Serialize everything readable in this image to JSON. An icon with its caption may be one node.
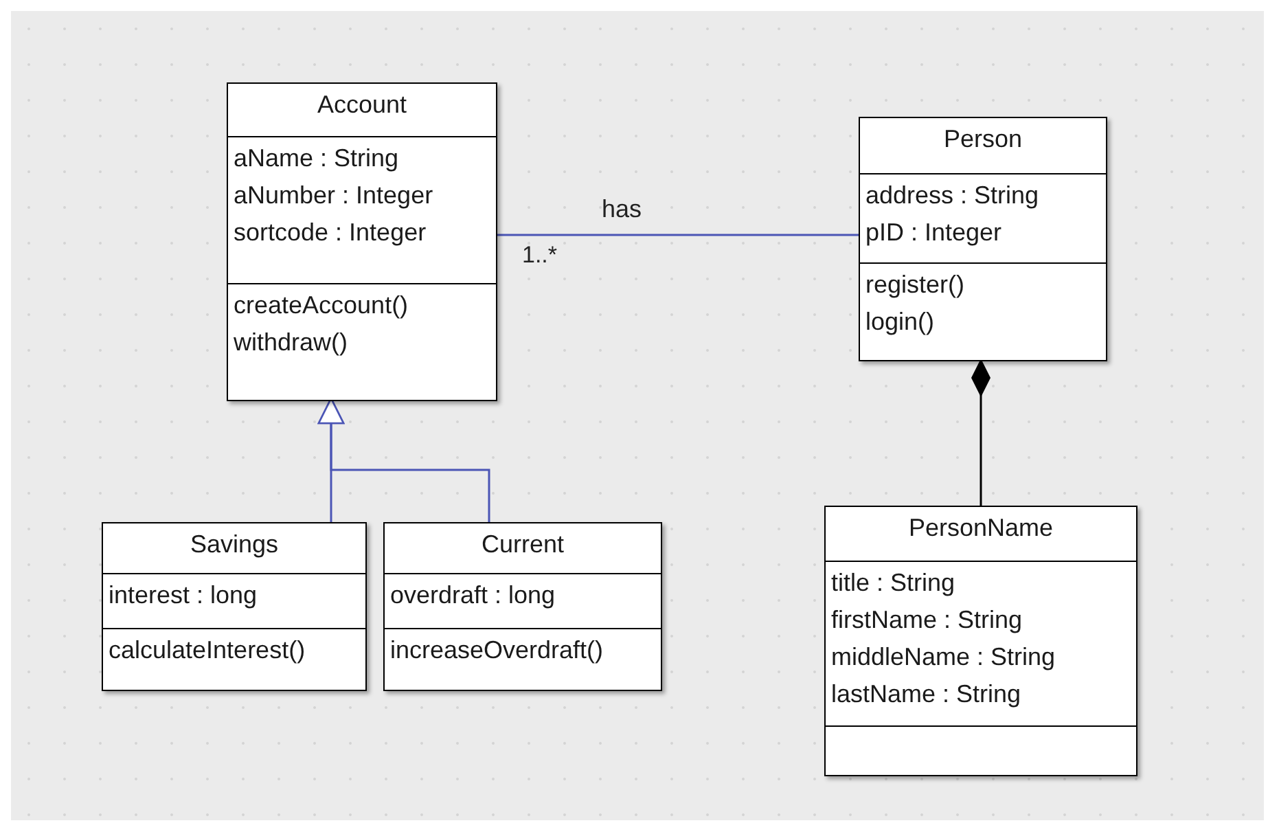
{
  "diagram": {
    "nodes": [
      {
        "text": [
          "Account",
          "aName : String",
          "aNumber : Integer",
          "sortcode : Integer",
          "createAccount()",
          "withdraw()"
        ]
      },
      {
        "text": [
          "Person",
          "address : String",
          "pID : Integer",
          "register()",
          "login()"
        ]
      },
      {
        "text": [
          "Savings",
          "interest : long",
          "calculateInterest()"
        ]
      },
      {
        "text": [
          "Current",
          "overdraft : long",
          "increaseOverdraft()"
        ]
      },
      {
        "text": [
          "PersonName",
          "title : String",
          "firstName : String",
          "middleName : String",
          "lastName : String"
        ]
      }
    ],
    "edges": [
      {
        "from": 0,
        "to": 1,
        "arrow": "none",
        "label": "has"
      },
      {
        "from": 2,
        "to": 0,
        "arrow": "to"
      },
      {
        "from": 3,
        "to": 0,
        "arrow": "to"
      },
      {
        "from": 1,
        "to": 4,
        "arrow": "other",
        "color": "#000000"
      }
    ],
    "labels": [
      "1..*"
    ]
  }
}
